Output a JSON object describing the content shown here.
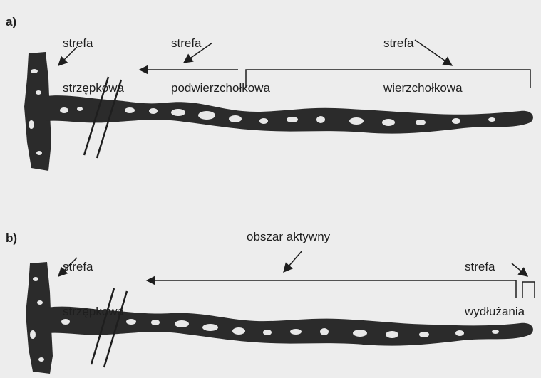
{
  "panels": {
    "a": {
      "letter": "a)",
      "labels": {
        "hyphal_zone": [
          "strefa",
          "strzępkowa"
        ],
        "subapical_zone": [
          "strefa",
          "podwierzchołkowa"
        ],
        "apical_zone": [
          "strefa",
          "wierzchołkowa"
        ]
      }
    },
    "b": {
      "letter": "b)",
      "labels": {
        "hyphal_zone": [
          "strefa",
          "strzępkowa"
        ],
        "active_region": [
          "obszar aktywny"
        ],
        "elongation_zone": [
          "strefa",
          "wydłużania"
        ]
      }
    }
  },
  "colors": {
    "background": "#ededed",
    "hypha_fill": "#2b2b2b",
    "hypha_inclusions": "#e8e8e8",
    "ink": "#1e1e1e"
  }
}
